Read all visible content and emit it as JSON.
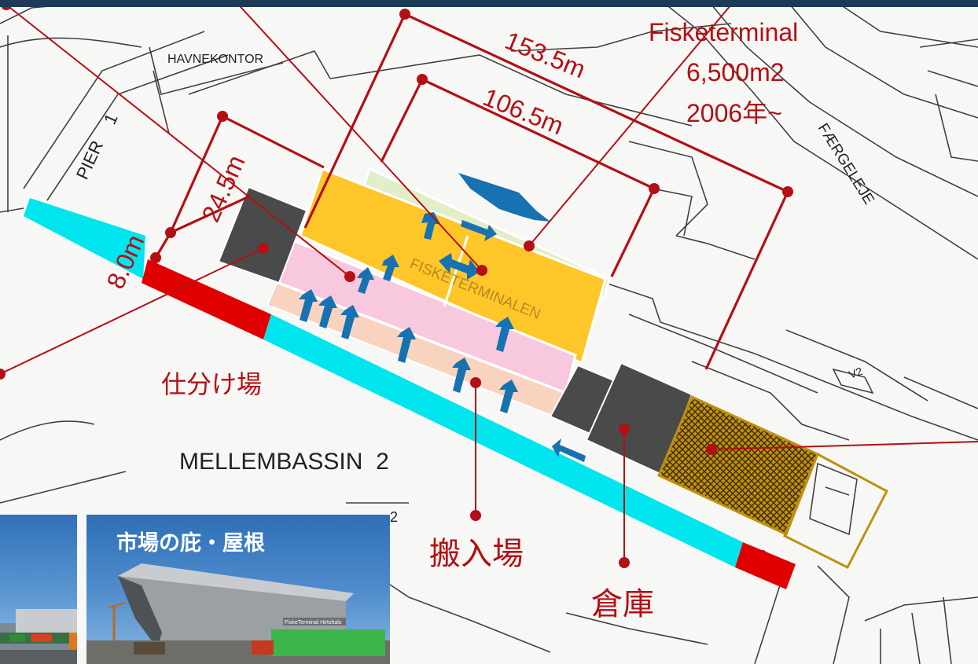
{
  "map_labels": {
    "havnekontor": "HAVNEKONTOR",
    "pier": "PIER",
    "pier_number": "1",
    "faergeleje": "FÆRGELEJE",
    "mellembassin": "MELLEMBASSIN  2",
    "fisketerminalen": "FISKETERMINALEN",
    "v2": "V2",
    "depth_note": "2"
  },
  "annotations": {
    "terminal_name": "Fisketerminal",
    "terminal_area": "6,500m2",
    "terminal_year": "2006年~",
    "length_outer": "153.5m",
    "length_inner": "106.5m",
    "width_building": "24.5m",
    "width_quay": "8.0m",
    "sorting_area": "仕分け場",
    "loading_area": "搬入場",
    "warehouse": "倉庫"
  },
  "photos": {
    "roof_caption": "市場の庇・屋根",
    "building_sign": "FiskeTerminal Hirtshals"
  },
  "colors": {
    "annotation_red": "#b40f14",
    "quay_cyan": "#00e5ee",
    "quay_red": "#e00000",
    "building_yellow": "#ffc62a",
    "sorting_pink": "#f8c8de",
    "loading_peach": "#f8d4c0",
    "green_strip": "#e2eec8",
    "warehouse_dark": "#4a4a4a",
    "arrow_blue": "#1672b0",
    "hatched_gold": "#c09010",
    "topbar_navy": "#1d3b57"
  }
}
